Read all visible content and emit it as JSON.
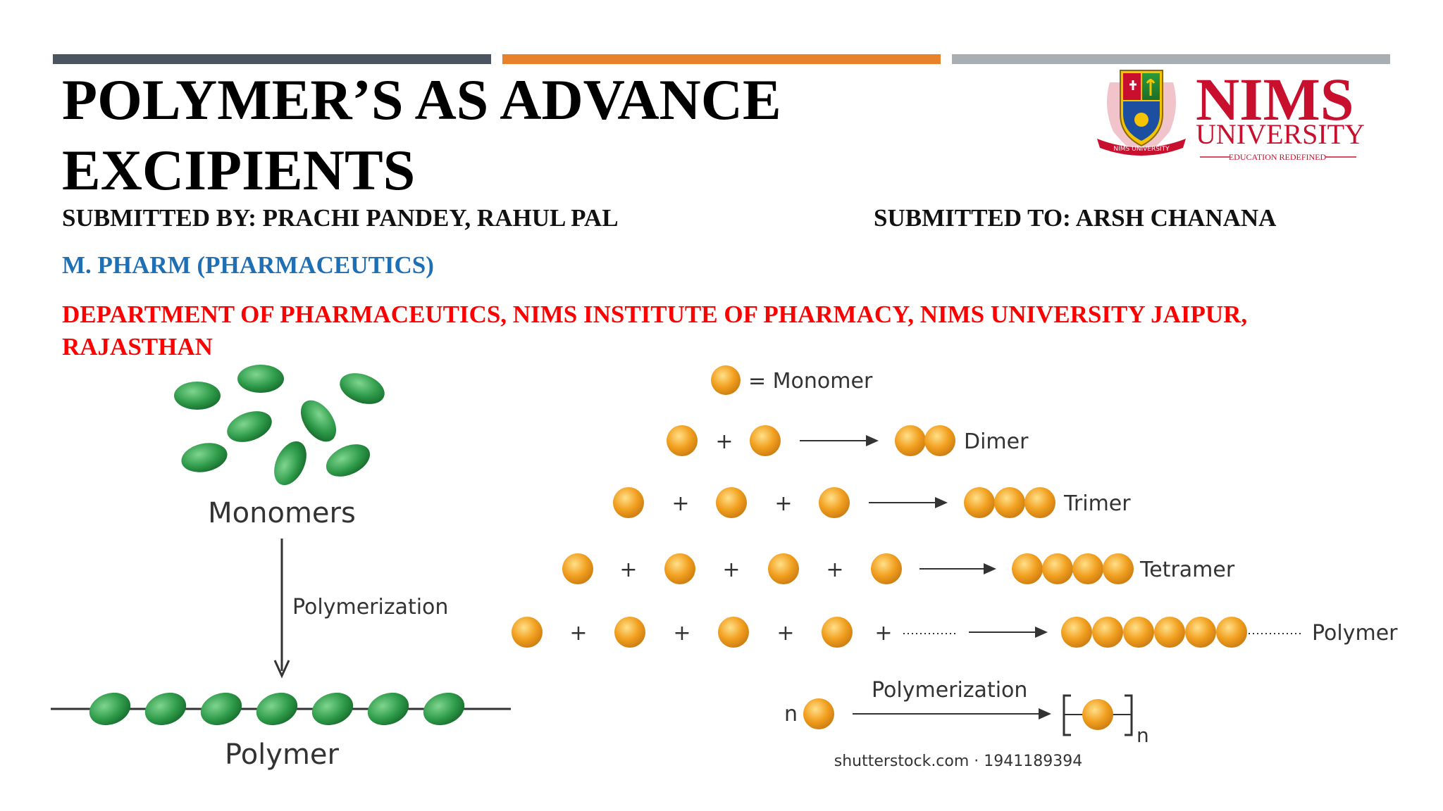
{
  "header": {
    "title": "POLYMER’S AS ADVANCE EXCIPIENTS",
    "submitted_by": "SUBMITTED BY: PRACHI PANDEY, RAHUL PAL",
    "submitted_to": "SUBMITTED TO: ARSH CHANANA",
    "program": "M. PHARM (PHARMACEUTICS)",
    "department": "DEPARTMENT OF PHARMACEUTICS, NIMS INSTITUTE OF PHARMACY, NIMS UNIVERSITY JAIPUR, RAJASTHAN"
  },
  "logo": {
    "name": "NIMS",
    "subtitle": "UNIVERSITY",
    "tagline": "EDUCATION REDEFINED",
    "ribbon": "NIMS UNIVERSITY"
  },
  "left_figure": {
    "monomers_label": "Monomers",
    "process_label": "Polymerization",
    "polymer_label": "Polymer"
  },
  "right_figure": {
    "legend": "= Monomer",
    "plus": "+",
    "dimer": "Dimer",
    "trimer": "Trimer",
    "tetramer": "Tetramer",
    "polymer": "Polymer",
    "n_label": "n",
    "process_label": "Polymerization",
    "subscript_n": "n",
    "credit": "shutterstock.com · 1941189394"
  },
  "colors": {
    "bar_dark": "#4a5560",
    "bar_orange": "#e8822a",
    "bar_gray": "#a9aeb3",
    "program_blue": "#1f6fb5",
    "department_red": "#ff0000",
    "logo_red": "#c8102e",
    "monomer_orange": "#f2a020",
    "monomer_green": "#2e9b4a"
  }
}
